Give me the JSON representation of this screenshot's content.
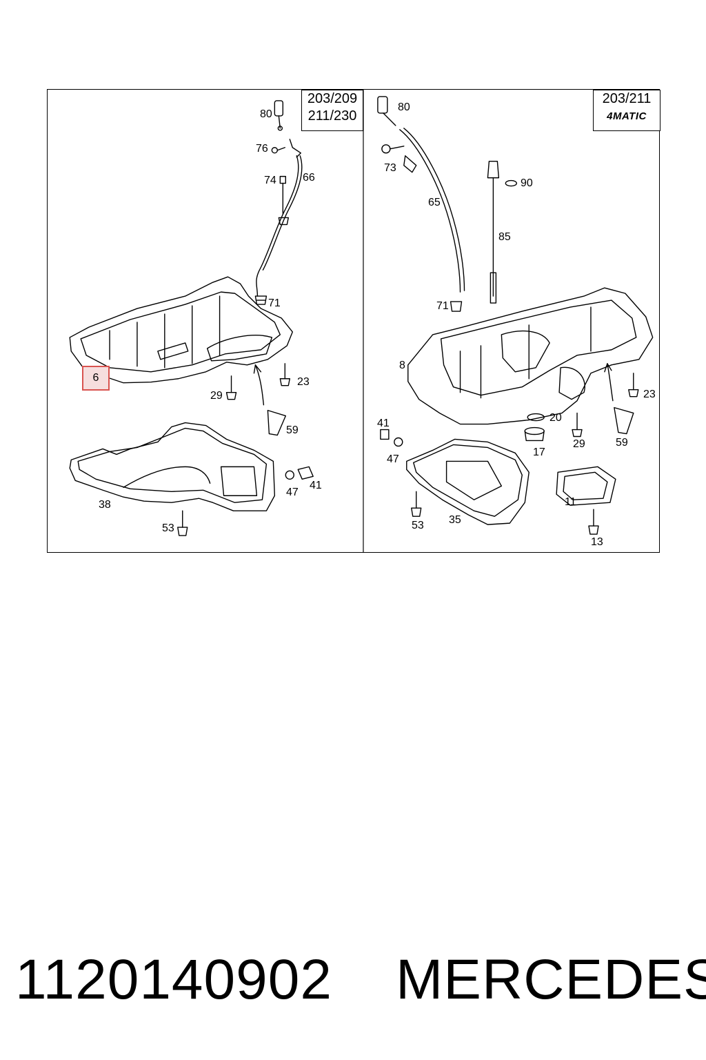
{
  "diagram": {
    "left_panel": {
      "model_line1": "203/209",
      "model_line2": "211/230",
      "callouts": [
        "80",
        "76",
        "74",
        "66",
        "71",
        "6",
        "23",
        "29",
        "59",
        "47",
        "41",
        "38",
        "53"
      ]
    },
    "right_panel": {
      "model_line1": "203/211",
      "model_badge": "4MATIC",
      "callouts": [
        "80",
        "73",
        "90",
        "65",
        "85",
        "71",
        "8",
        "23",
        "20",
        "29",
        "59",
        "41",
        "47",
        "17",
        "11",
        "53",
        "35",
        "13"
      ]
    }
  },
  "highlight_label": "6",
  "footer": {
    "part_number": "1120140902",
    "brand": "MERCEDES"
  }
}
